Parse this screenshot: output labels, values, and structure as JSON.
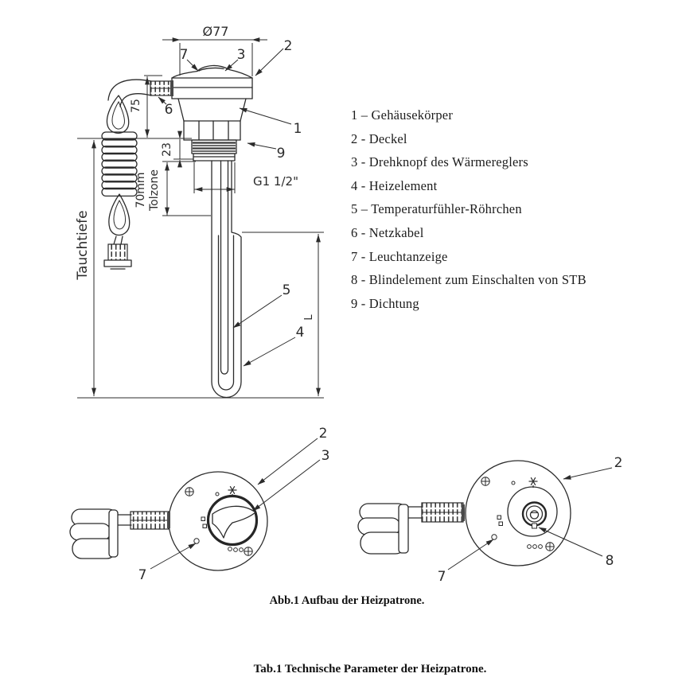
{
  "main_view": {
    "dims": {
      "diameter": "Ø77",
      "cable_height": "75",
      "thread_height": "23",
      "dead_zone_value": "70mm",
      "dead_zone_name": "Tolzone",
      "immersion_depth": "Tauchtiefe",
      "thread_size": "G1 1/2\"",
      "element_length": "L"
    },
    "callouts": {
      "c1": "1",
      "c2": "2",
      "c3": "3",
      "c4": "4",
      "c5": "5",
      "c6": "6",
      "c7": "7",
      "c9": "9"
    }
  },
  "knob_view": {
    "callouts": {
      "c2": "2",
      "c3": "3",
      "c7": "7"
    }
  },
  "blind_view": {
    "callouts": {
      "c2": "2",
      "c7": "7",
      "c8": "8"
    }
  },
  "legend": {
    "items": [
      "1 – Gehäusekörper",
      "2 - Deckel",
      "3 - Drehknopf des Wärmereglers",
      "4 - Heizelement",
      "5 – Temperaturfühler-Röhrchen",
      "6 - Netzkabel",
      "7 - Leuchtanzeige",
      "8 - Blindelement zum Einschalten von STB",
      "9 - Dichtung"
    ]
  },
  "captions": {
    "figure": "Abb.1 Aufbau der Heizpatrone.",
    "table": "Tab.1 Technische Parameter der Heizpatrone."
  },
  "colors": {
    "ink": "#2b2b2b",
    "paper": "#ffffff"
  }
}
